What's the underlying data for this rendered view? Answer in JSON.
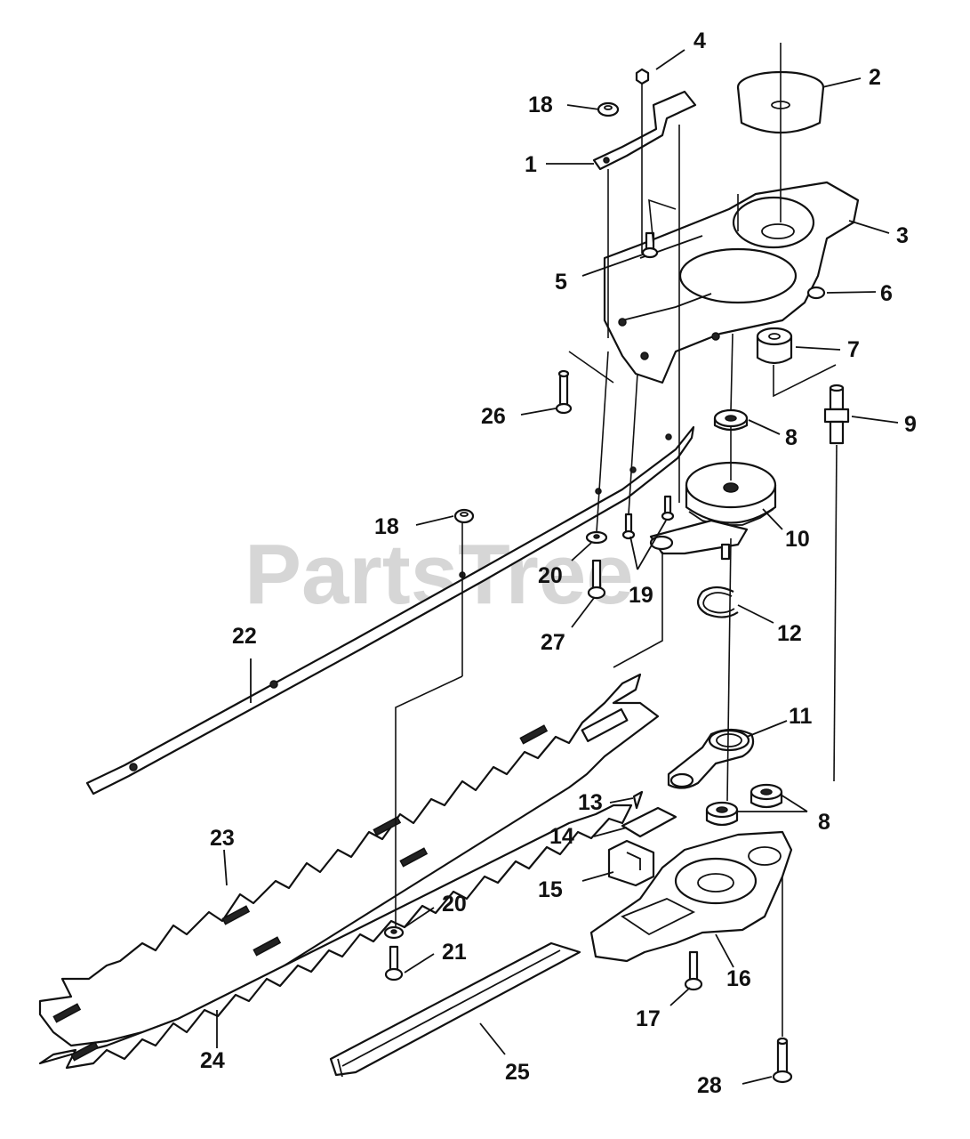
{
  "watermark": "PartsTree",
  "labels": {
    "p1": "1",
    "p2": "2",
    "p3": "3",
    "p4": "4",
    "p5": "5",
    "p6": "6",
    "p7": "7",
    "p8a": "8",
    "p8b": "8",
    "p9": "9",
    "p10": "10",
    "p11": "11",
    "p12": "12",
    "p13": "13",
    "p14": "14",
    "p15": "15",
    "p16": "16",
    "p17": "17",
    "p18a": "18",
    "p18b": "18",
    "p19": "19",
    "p20a": "20",
    "p20b": "20",
    "p21": "21",
    "p22": "22",
    "p23": "23",
    "p24": "24",
    "p25": "25",
    "p26": "26",
    "p27": "27",
    "p28": "28"
  }
}
